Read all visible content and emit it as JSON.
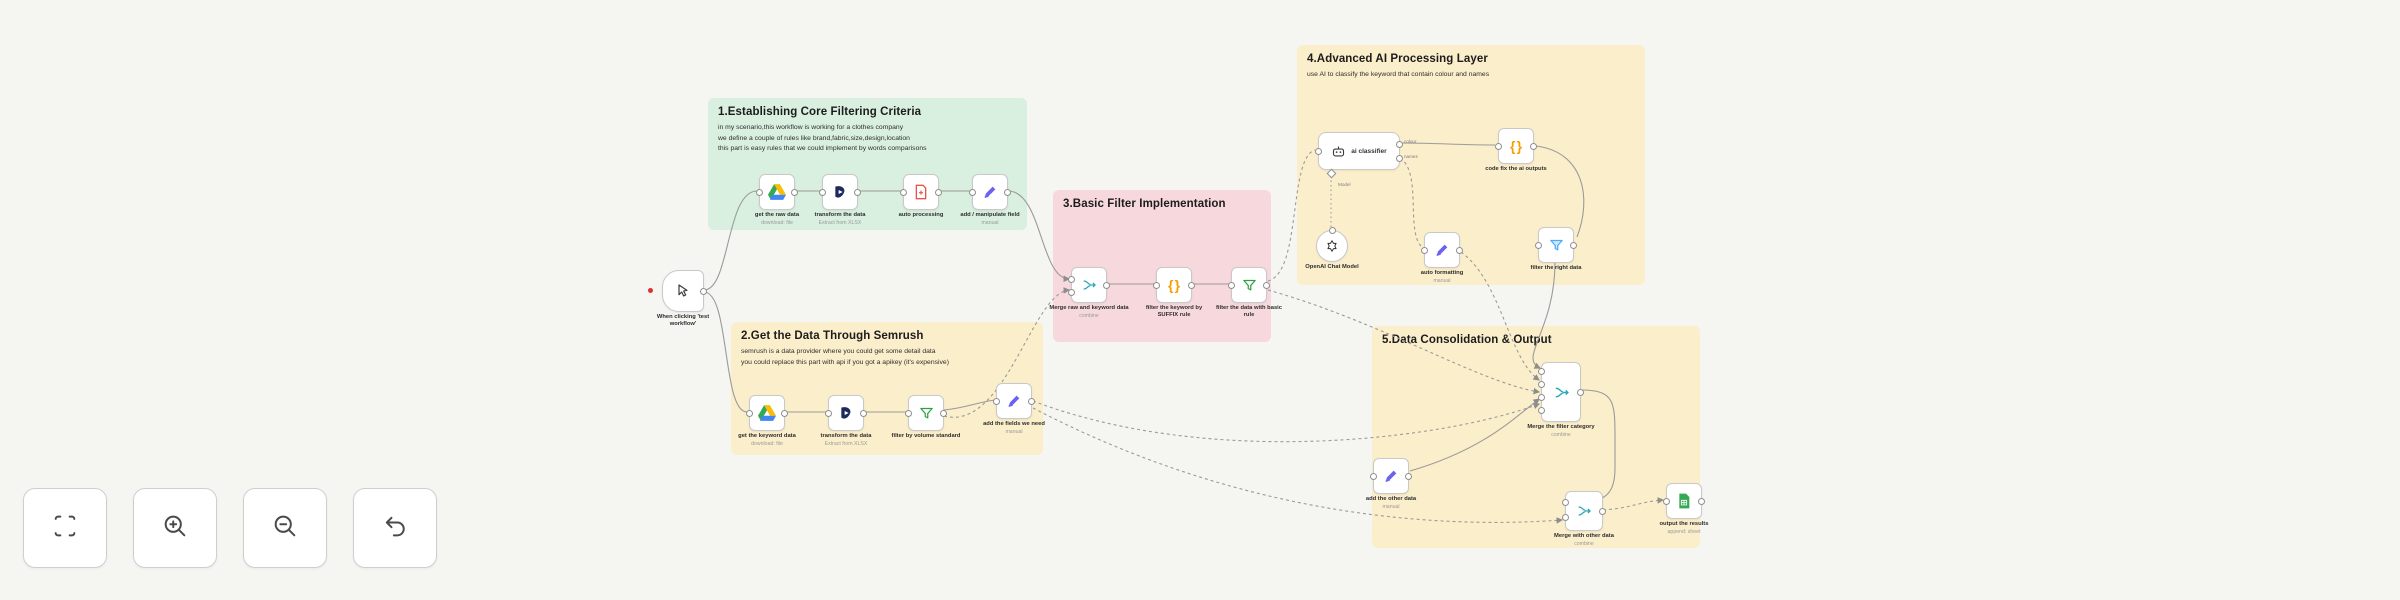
{
  "canvas": {
    "background": "#f5f5f2"
  },
  "toolbar": {
    "buttons": [
      {
        "icon": "fit-view-icon"
      },
      {
        "icon": "zoom-in-icon"
      },
      {
        "icon": "zoom-out-icon"
      },
      {
        "icon": "undo-icon"
      }
    ]
  },
  "trigger": {
    "label_line1": "When clicking 'test",
    "label_line2": "workflow'"
  },
  "groups": {
    "g1": {
      "title": "1.Establishing Core Filtering Criteria",
      "color": "#d9efdf",
      "desc": [
        "in my scenario,this workflow is working for a clothes company",
        "we define a couple of rules like brand,fabric,size,design,location",
        "this part is easy rules that we could implement by words comparisons"
      ]
    },
    "g2": {
      "title": "2.Get the Data Through Semrush",
      "color": "#fbeecb",
      "desc": [
        "semrush is a data provider where you could get some detail data",
        "you could replace this part with api if you got a apikey (it's expensive)"
      ]
    },
    "g3": {
      "title": "3.Basic Filter Implementation",
      "color": "#f7d9dd",
      "desc": []
    },
    "g4": {
      "title": "4.Advanced AI Processing Layer",
      "color": "#fbeecb",
      "desc": [
        "use AI to classify the keyword that contain colour and names"
      ]
    },
    "g5": {
      "title": "5.Data Consolidation & Output",
      "color": "#fbeecb",
      "desc": []
    }
  },
  "nodes": {
    "g1n1": {
      "label": "get the raw data",
      "sub": "download: file"
    },
    "g1n2": {
      "label": "transform the data",
      "sub": "Extract from XLSX"
    },
    "g1n3": {
      "label": "auto processing",
      "sub": ""
    },
    "g1n4": {
      "label": "add / manipulate field",
      "sub": "manual"
    },
    "g2n1": {
      "label": "get the keyword data",
      "sub": "download: file"
    },
    "g2n2": {
      "label": "transform the data",
      "sub": "Extract from XLSX"
    },
    "g2n3": {
      "label": "filter by volume standard",
      "sub": ""
    },
    "g2n4": {
      "label": "add the fields we need",
      "sub": "manual"
    },
    "g3n1": {
      "label": "Merge raw and keyword data",
      "sub": "combine"
    },
    "g3n2": {
      "label": "filter the keyword by",
      "sub": "SUFFIX rule"
    },
    "g3n3": {
      "label": "filter the data with basic",
      "sub": "rule"
    },
    "g4ai": {
      "label": "ai classifier",
      "out1": "colour",
      "out2": "names",
      "model_label": "Model"
    },
    "g4model": {
      "label": "OpenAI Chat Model"
    },
    "g4code": {
      "label": "code fix the ai outputs",
      "sub": ""
    },
    "g4set": {
      "label": "auto formatting",
      "sub": "manual"
    },
    "g4filter": {
      "label": "filter the right data",
      "sub": ""
    },
    "g5set": {
      "label": "add the other data",
      "sub": "manual"
    },
    "g5merge1": {
      "label": "Merge the filter category",
      "sub": "combine"
    },
    "g5merge2": {
      "label": "Merge with other data",
      "sub": "combine"
    },
    "g5sheet": {
      "label": "output the results",
      "sub": "append: sheet"
    }
  },
  "colors": {
    "edge": "#9a9a9a",
    "merge_icon": "#2fa8b5",
    "code_icon": "#f59f00",
    "filter_green": "#2f9e44",
    "funnel_blue": "#4dabf7",
    "pencil_purple": "#6b63f0",
    "sheets_green": "#34a853"
  }
}
